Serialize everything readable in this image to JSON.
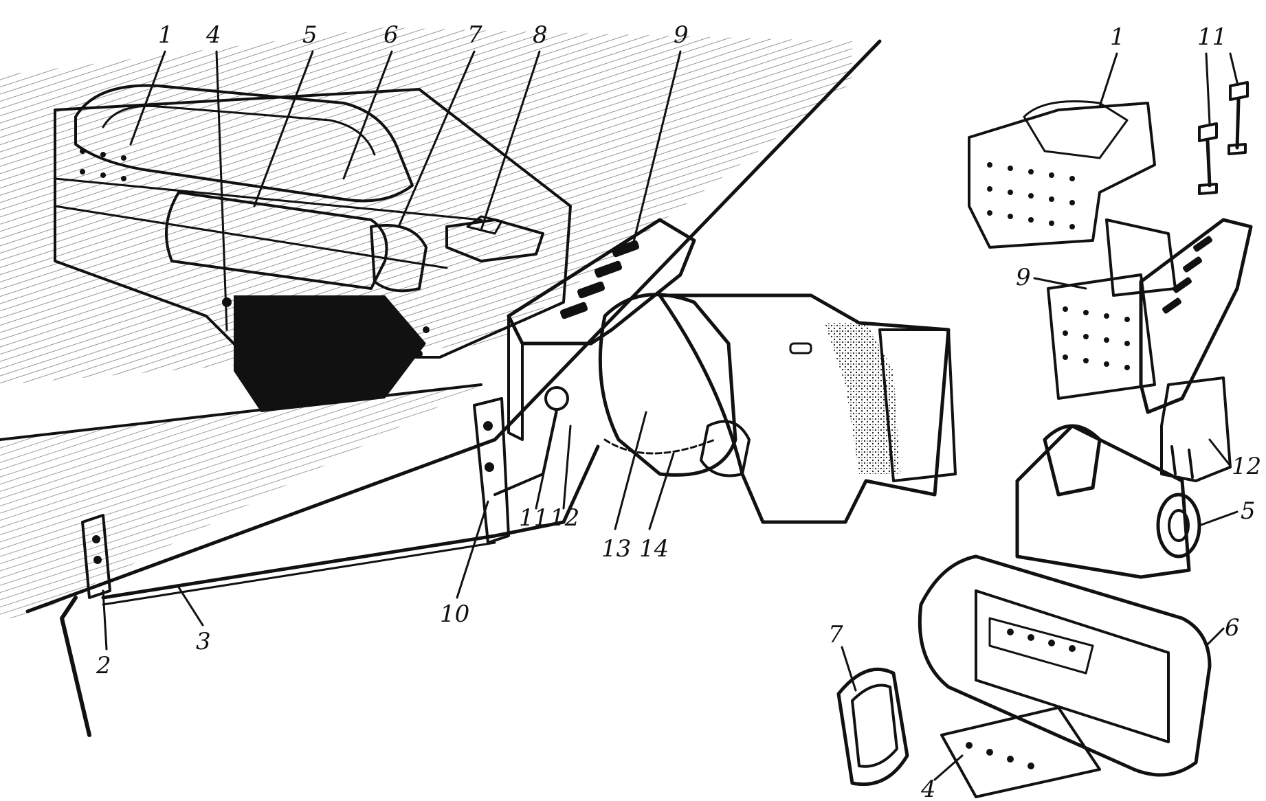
{
  "callouts": {
    "assembly": [
      "1",
      "4",
      "5",
      "6",
      "7",
      "8",
      "9",
      "11",
      "12",
      "13",
      "14",
      "10",
      "2",
      "3"
    ],
    "exploded": [
      "1",
      "11",
      "9",
      "12",
      "5",
      "6",
      "7",
      "4"
    ]
  },
  "colors": {
    "ink": "#111111",
    "paper": "#ffffff"
  }
}
